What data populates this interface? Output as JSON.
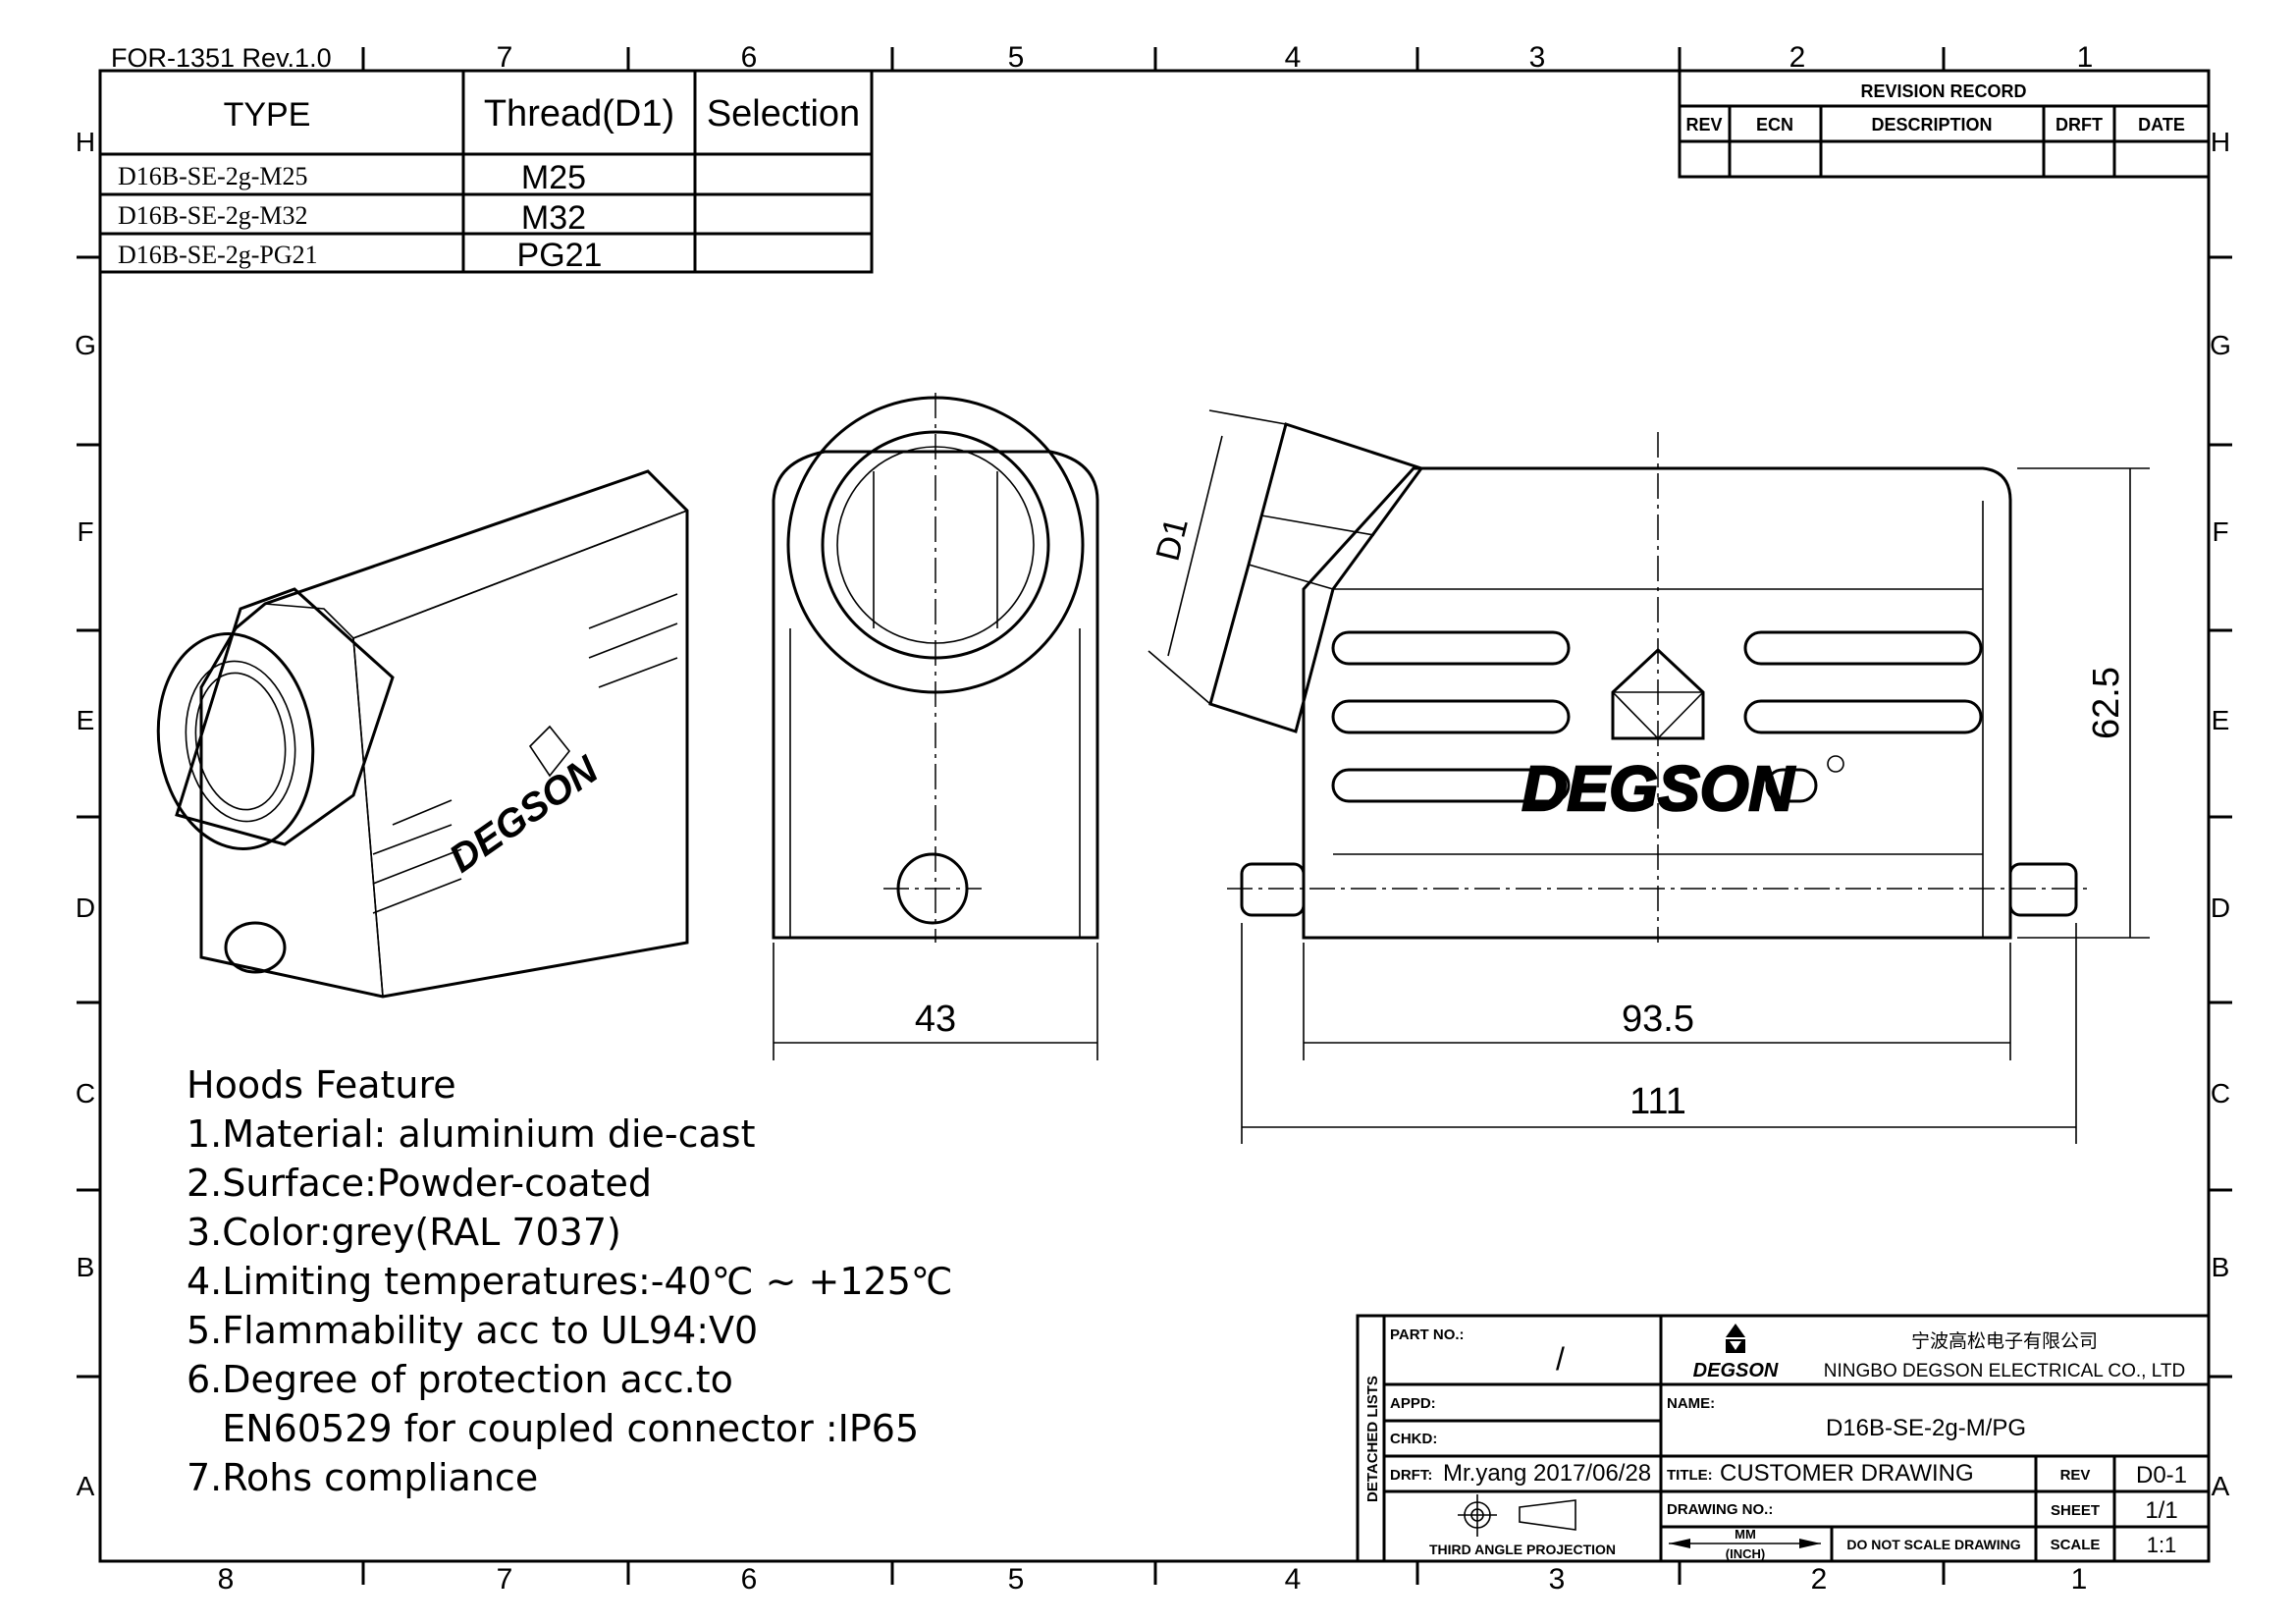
{
  "form_id": "FOR-1351  Rev.1.0",
  "zones": {
    "columns_top": [
      "7",
      "6",
      "5",
      "4",
      "3",
      "2",
      "1"
    ],
    "columns_bottom": [
      "8",
      "7",
      "6",
      "5",
      "4",
      "3",
      "2",
      "1"
    ],
    "rows": [
      "H",
      "G",
      "F",
      "E",
      "D",
      "C",
      "B",
      "A"
    ]
  },
  "type_table": {
    "headers": [
      "TYPE",
      "Thread(D1)",
      "Selection"
    ],
    "rows": [
      {
        "type": "D16B-SE-2g-M25",
        "thread": "M25",
        "selection": ""
      },
      {
        "type": "D16B-SE-2g-M32",
        "thread": "M32",
        "selection": ""
      },
      {
        "type": "D16B-SE-2g-PG21",
        "thread": "PG21",
        "selection": ""
      }
    ]
  },
  "revision_record": {
    "title": "REVISION  RECORD",
    "headers": [
      "REV",
      "ECN",
      "DESCRIPTION",
      "DRFT",
      "DATE"
    ]
  },
  "dimensions": {
    "front_width": "43",
    "body_length": "93.5",
    "overall_length": "111",
    "height": "62.5",
    "thread_label": "D1"
  },
  "logo_text": "DEGSON",
  "features": {
    "title": "Hoods Feature",
    "items": [
      "1.Material: aluminium die-cast",
      "2.Surface:Powder-coated",
      "3.Color:grey(RAL 7037)",
      "4.Limiting temperatures:-40℃ ~ +125℃",
      "5.Flammability acc to UL94:V0",
      "6.Degree of protection acc.to",
      "   EN60529 for coupled connector :IP65",
      "7.Rohs compliance"
    ]
  },
  "title_block": {
    "detached_lists": "DETACHED  LISTS",
    "part_no_label": "PART NO.:",
    "part_no": "/",
    "appd_label": "APPD:",
    "chkd_label": "CHKD:",
    "drft_label": "DRFT:",
    "drft_value": "Mr.yang  2017/06/28",
    "projection": "THIRD  ANGLE  PROJECTION",
    "company_cn": "宁波高松电子有限公司",
    "company_en": "NINGBO DEGSON ELECTRICAL CO., LTD",
    "brand": "DEGSON",
    "name_label": "NAME:",
    "name_value": "D16B-SE-2g-M/PG",
    "title_label": "TITLE:",
    "title_value": "CUSTOMER  DRAWING",
    "drawing_no_label": "DRAWING NO.:",
    "unit_mm": "MM",
    "unit_inch": "(INCH)",
    "do_not_scale": "DO NOT SCALE DRAWING",
    "rev_label": "REV",
    "rev_value": "D0-1",
    "sheet_label": "SHEET",
    "sheet_value": "1/1",
    "scale_label": "SCALE",
    "scale_value": "1:1"
  }
}
